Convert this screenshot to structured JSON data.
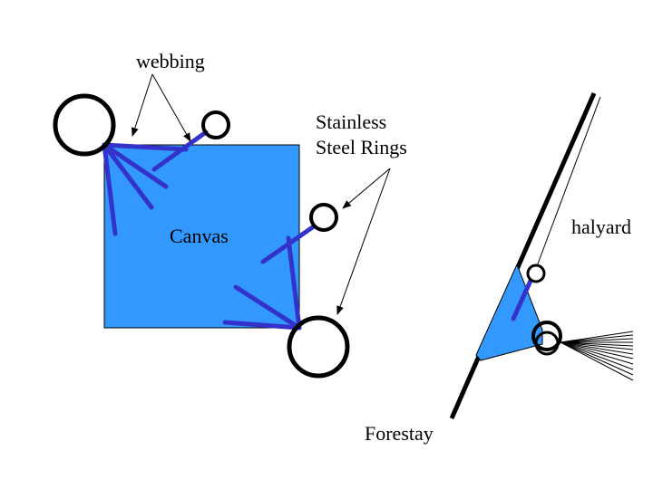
{
  "labels": {
    "webbing": "webbing",
    "rings_line1": "Stainless",
    "rings_line2": "Steel Rings",
    "canvas": "Canvas",
    "halyard": "halyard",
    "forestay": "Forestay"
  },
  "colors": {
    "canvas_fill": "#3399FF",
    "webbing": "#3333CC",
    "ring_stroke": "#000000",
    "background": "#FFFFFF"
  }
}
